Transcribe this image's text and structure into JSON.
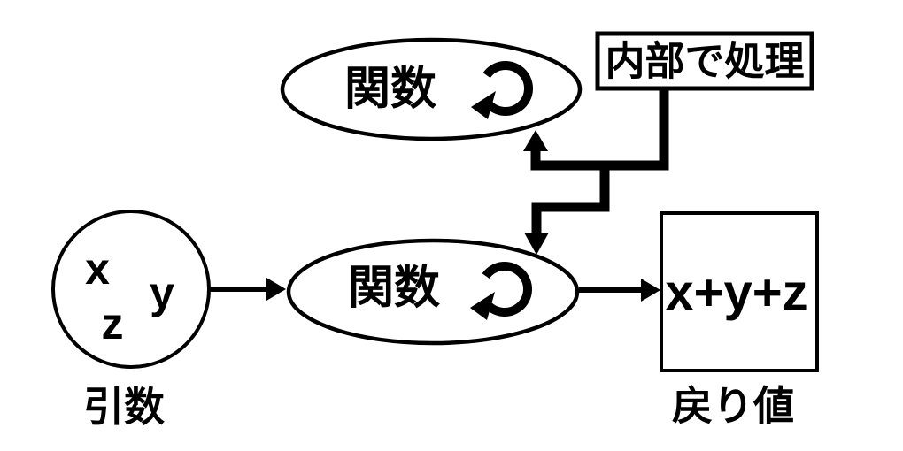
{
  "colors": {
    "ink": "#000000",
    "background": "#ffffff"
  },
  "nodes": {
    "top_function": {
      "label": "関数",
      "icon": "loop-arrow-icon"
    },
    "internal_note": {
      "label": "内部で処理"
    },
    "arguments_circle": {
      "items": [
        "x",
        "y",
        "z"
      ]
    },
    "main_function": {
      "label": "関数",
      "icon": "loop-arrow-icon"
    },
    "result_box": {
      "label": "x+y+z"
    }
  },
  "captions": {
    "arguments": "引数",
    "return_value": "戻り値"
  }
}
